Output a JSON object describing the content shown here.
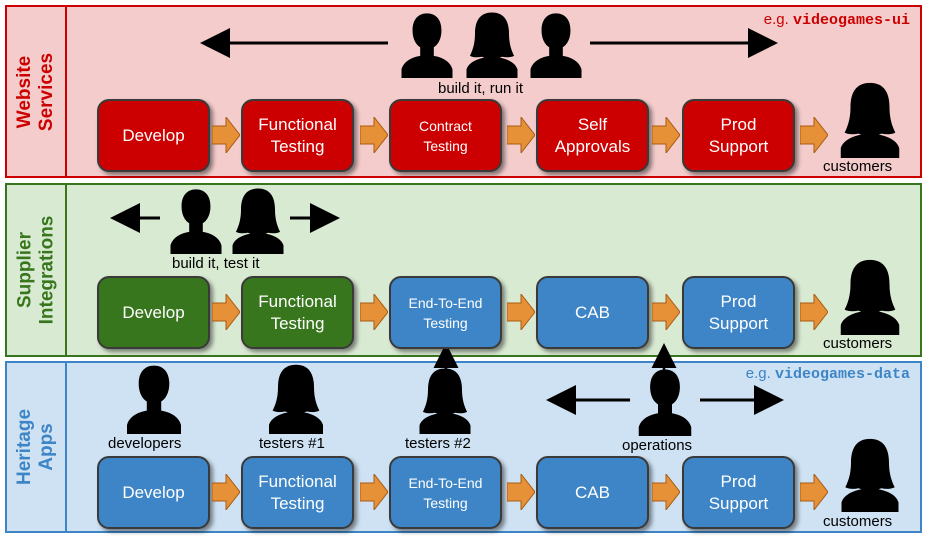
{
  "panels": {
    "website": {
      "label_line1": "Website",
      "label_line2": "Services",
      "example_prefix": "e.g.",
      "example_code": "videogames-ui",
      "team_caption": "build it, run it",
      "stages": [
        "Develop",
        "Functional",
        "Testing",
        "Contract",
        "Testing",
        "Self",
        "Approvals",
        "Prod",
        "Support"
      ],
      "customers": "customers",
      "colors": {
        "bg": "#f4cccc",
        "border": "#cc0000",
        "stage": "#cc0000"
      }
    },
    "supplier": {
      "label_line1": "Supplier",
      "label_line2": "Integrations",
      "team_caption": "build it, test it",
      "stages": [
        "Develop",
        "Functional",
        "Testing",
        "End-To-End",
        "Testing",
        "CAB",
        "Prod",
        "Support"
      ],
      "customers": "customers",
      "colors": {
        "bg": "#d9ead3",
        "border": "#38761d",
        "stage_green": "#38761d",
        "stage_blue": "#3d85c6"
      }
    },
    "heritage": {
      "label_line1": "Heritage",
      "label_line2": "Apps",
      "example_prefix": "e.g.",
      "example_code": "videogames-data",
      "roles": [
        "developers",
        "testers #1",
        "testers #2",
        "operations"
      ],
      "stages": [
        "Develop",
        "Functional",
        "Testing",
        "End-To-End",
        "Testing",
        "CAB",
        "Prod",
        "Support"
      ],
      "customers": "customers",
      "colors": {
        "bg": "#cfe2f3",
        "border": "#3d85c6",
        "stage": "#3d85c6"
      }
    }
  },
  "chevron_color": "#e69138"
}
